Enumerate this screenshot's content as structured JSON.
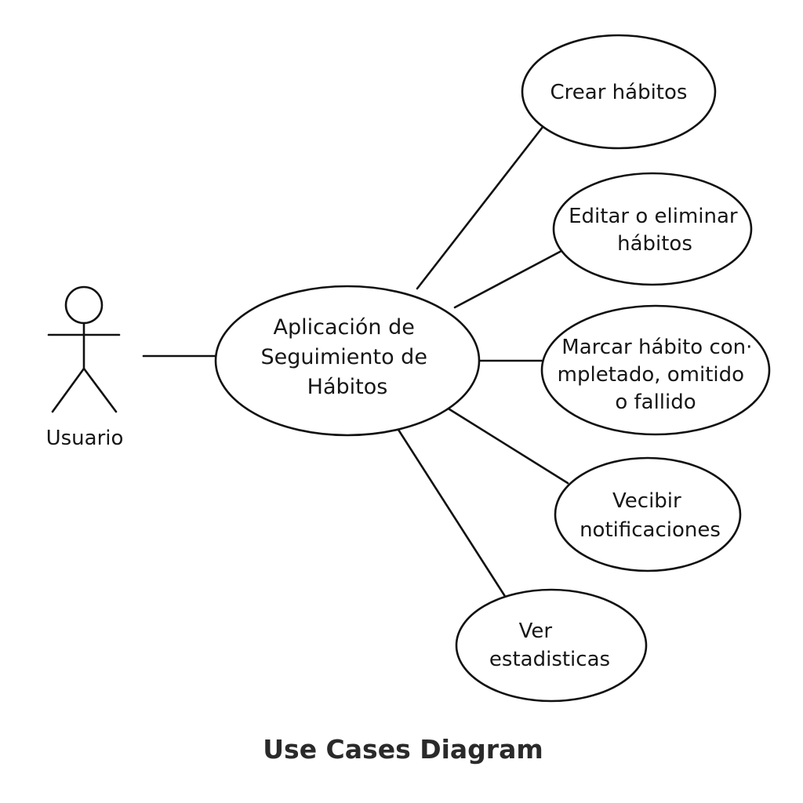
{
  "actor": {
    "name": "Usuario",
    "icon": "stick-figure-icon"
  },
  "system": {
    "lines": [
      "Aplicación de",
      "Seguimiento de",
      "Hábitos"
    ]
  },
  "use_cases": [
    {
      "id": "crear-habitos",
      "lines": [
        "Crear hábitos"
      ]
    },
    {
      "id": "editar-eliminar-habitos",
      "lines": [
        "Editar o eliminar",
        "hábitos"
      ]
    },
    {
      "id": "marcar-habito",
      "lines": [
        "Marcar hábito con·",
        "mpletado, omitido",
        "o fallido"
      ]
    },
    {
      "id": "recibir-notificaciones",
      "lines": [
        "Vecibir",
        "notificaciones"
      ]
    },
    {
      "id": "ver-estadisticas",
      "lines": [
        "Ver",
        "estadisticas"
      ]
    }
  ],
  "caption": "Use Cases Diagram",
  "colors": {
    "stroke": "#111111",
    "text": "#161616",
    "background": "#ffffff"
  }
}
